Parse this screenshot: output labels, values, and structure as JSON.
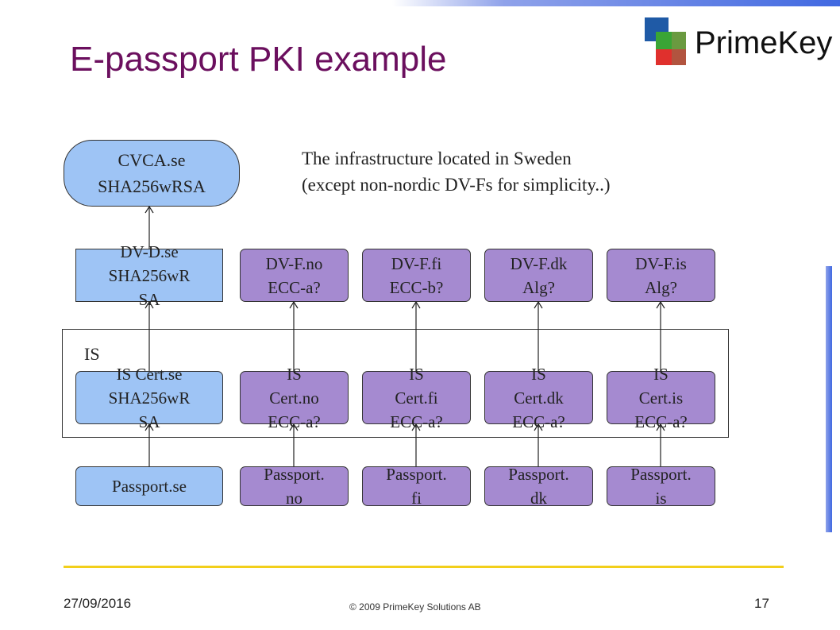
{
  "slide": {
    "title": "E-passport PKI example",
    "logo": {
      "text": "PrimeKey"
    },
    "description": [
      "The infrastructure located in Sweden",
      "(except non-nordic DV-Fs for simplicity..)"
    ],
    "footer": {
      "date": "27/09/2016",
      "copyright": "© 2009 PrimeKey Solutions AB",
      "page": "17"
    }
  },
  "diagram": {
    "ca": {
      "line1": "CVCA.se",
      "line2": "SHA256wRSA"
    },
    "dv": [
      {
        "l1": "DV-D.se",
        "l2": "SHA256wR",
        "l3": "SA"
      },
      {
        "l1": "DV-F.no",
        "l2": "ECC-a?"
      },
      {
        "l1": "DV-F.fi",
        "l2": "ECC-b?"
      },
      {
        "l1": "DV-F.dk",
        "l2": "Alg?"
      },
      {
        "l1": "DV-F.is",
        "l2": "Alg?"
      }
    ],
    "is_label": "IS",
    "is": [
      {
        "l1": "IS Cert.se",
        "l2": "SHA256wR",
        "l3": "SA"
      },
      {
        "l1": "IS",
        "l2": "Cert.no",
        "l3": "ECC-a?"
      },
      {
        "l1": "IS",
        "l2": "Cert.fi",
        "l3": "ECC-a?"
      },
      {
        "l1": "IS",
        "l2": "Cert.dk",
        "l3": "ECC-a?"
      },
      {
        "l1": "IS",
        "l2": "Cert.is",
        "l3": "ECC-a?"
      }
    ],
    "passport": [
      {
        "l1": "Passport.se"
      },
      {
        "l1": "Passport.",
        "l2": "no"
      },
      {
        "l1": "Passport.",
        "l2": "fi"
      },
      {
        "l1": "Passport.",
        "l2": "dk"
      },
      {
        "l1": "Passport.",
        "l2": "is"
      }
    ],
    "colors": {
      "swedish_node": "#9ec4f5",
      "foreign_node": "#a58ad0",
      "title": "#6b0f5e",
      "footer_line": "#f2cf1b"
    }
  }
}
